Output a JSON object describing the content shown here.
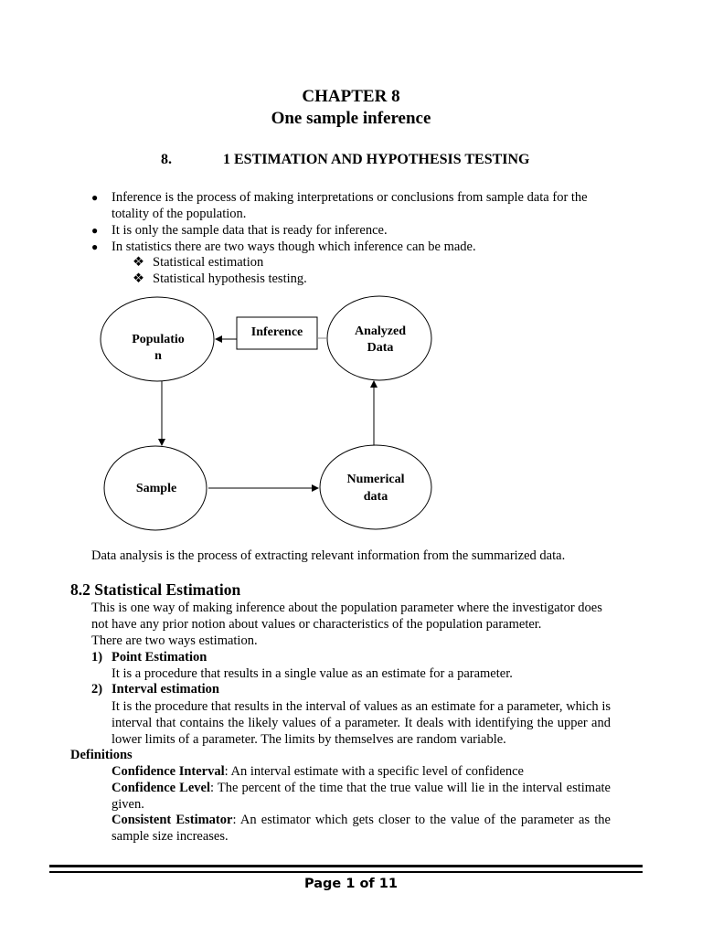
{
  "header": {
    "chapter": "CHAPTER 8",
    "subtitle": "One sample inference",
    "section_number": "8.",
    "section_title": "1 ESTIMATION AND HYPOTHESIS TESTING"
  },
  "bullets": [
    "Inference is the process of making interpretations or conclusions from sample data for the totality of the population.",
    "It is only the sample data that is ready for inference.",
    "In statistics there are two ways though which inference can be made."
  ],
  "sub_bullets": [
    "Statistical estimation",
    "Statistical hypothesis testing."
  ],
  "sub_bullet_glyph": "❖",
  "diagram": {
    "population_line1": "Populatio",
    "population_line2": "n",
    "inference": "Inference",
    "analyzed_line1": "Analyzed",
    "analyzed_line2": "Data",
    "sample": "Sample",
    "numerical_line1": "Numerical",
    "numerical_line2": "data"
  },
  "analysis_text": "Data analysis is the process of extracting relevant information from the summarized data.",
  "section_82": {
    "heading": "8.2 Statistical Estimation",
    "intro": "This is one way of making inference about the population parameter where the investigator does not have any prior notion about values or characteristics of the population parameter.",
    "ways": "There are two ways estimation.",
    "item1_num": "1)",
    "item1_title": "Point Estimation",
    "item1_text": "It is a procedure that results in a single value as an estimate for a parameter.",
    "item2_num": "2)",
    "item2_title": "Interval estimation",
    "item2_text": "It is the procedure that results in the interval of values as an estimate for a parameter, which is interval that contains the likely values of a parameter. It deals with identifying the upper and lower limits of a parameter. The limits by themselves are random variable."
  },
  "definitions": {
    "heading": "Definitions",
    "items": [
      {
        "term": "Confidence Interval",
        "text": ": An interval estimate with a specific level of confidence"
      },
      {
        "term": "Confidence Level",
        "text": ": The percent of the time that the true value will lie in the interval estimate given."
      },
      {
        "term": "Consistent Estimator",
        "text": ": An estimator which gets closer to the value of the parameter as the sample size increases."
      }
    ]
  },
  "footer": "Page 1 of 11"
}
